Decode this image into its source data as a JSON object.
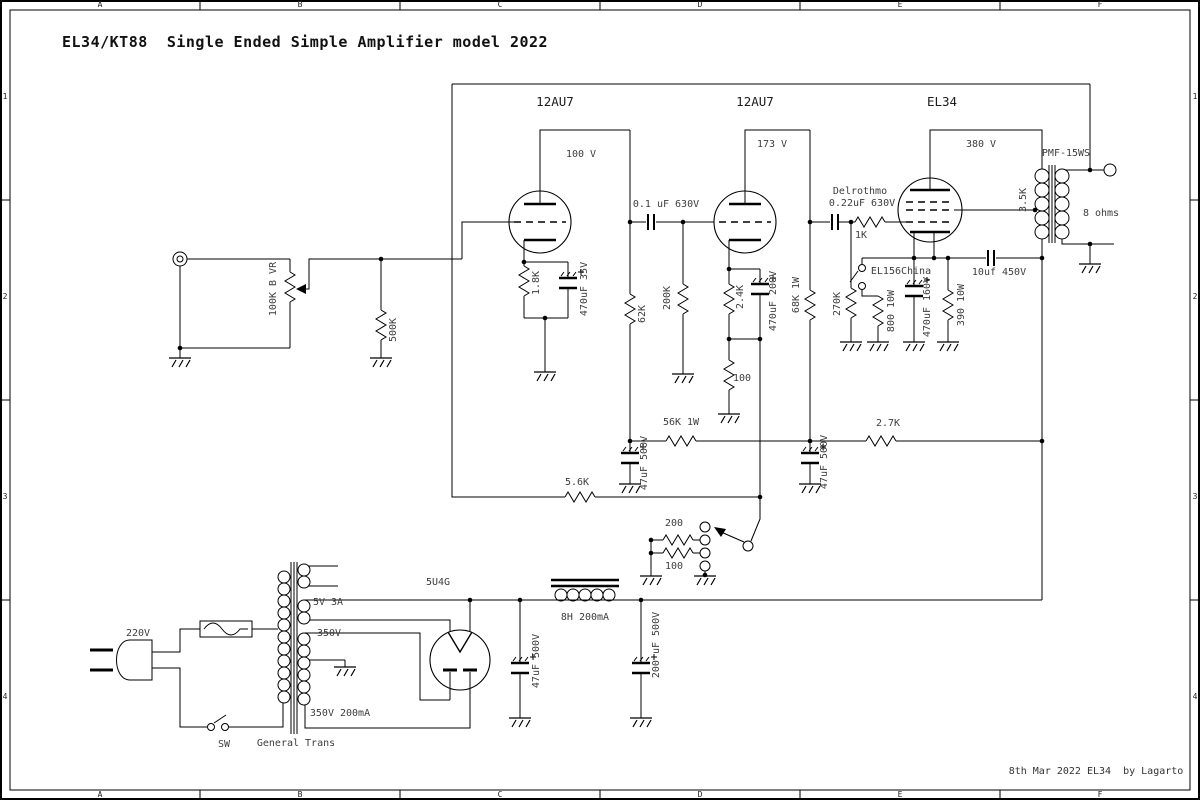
{
  "title": "EL34/KT88  Single Ended Simple Amplifier model 2022",
  "credit": "8th Mar 2022 EL34  by Lagarto",
  "frame": {
    "columns": [
      "A",
      "B",
      "C",
      "D",
      "E",
      "F"
    ],
    "rows": [
      "1",
      "2",
      "3",
      "4"
    ]
  },
  "colors": {
    "ink": "#000000",
    "label": "#3d3d3d",
    "paper": "#ffffff"
  },
  "labels": {
    "t1": "12AU7",
    "t2": "12AU7",
    "t3": "EL34",
    "rect": "5U4G",
    "v1": "100 V",
    "v2": "173 V",
    "v3": "380 V",
    "c1": "0.1 uF 630V",
    "c2a": "Delrothmo",
    "c2b": "0.22uF 630V",
    "r1k": "1K",
    "el156": "EL156China",
    "opt": "PMF-15WS",
    "z35": "3.5K",
    "sec8": "8 ohms",
    "c10": "10uf 450V",
    "r56k": "56K 1W",
    "r27k": "2.7K",
    "r56": "5.6K",
    "fb200": "200",
    "fb100": "100",
    "pot": "100K B VR",
    "r500k": "500K",
    "r18": "1.8K",
    "c47035": "470uF 35V",
    "r62k": "62K",
    "r200k": "200K",
    "r24": "2.4K",
    "c470200": "470uF 200V",
    "r100": "100",
    "r68k": "68K 1W",
    "r270k": "270K",
    "r800": "800 10W",
    "c470160": "470uF 160V",
    "r390": "390 10W",
    "c47a": "47uF 500V",
    "c47b": "47uF 500V",
    "choke": "8H 200mA",
    "c47psu": "47uF 500V",
    "c200psu": "200 uF 500V",
    "w5v": "5V 3A",
    "w350": "350V",
    "w350b": "350V 200mA",
    "gtrans": "General Trans",
    "sw": "SW",
    "mains": "220V"
  }
}
